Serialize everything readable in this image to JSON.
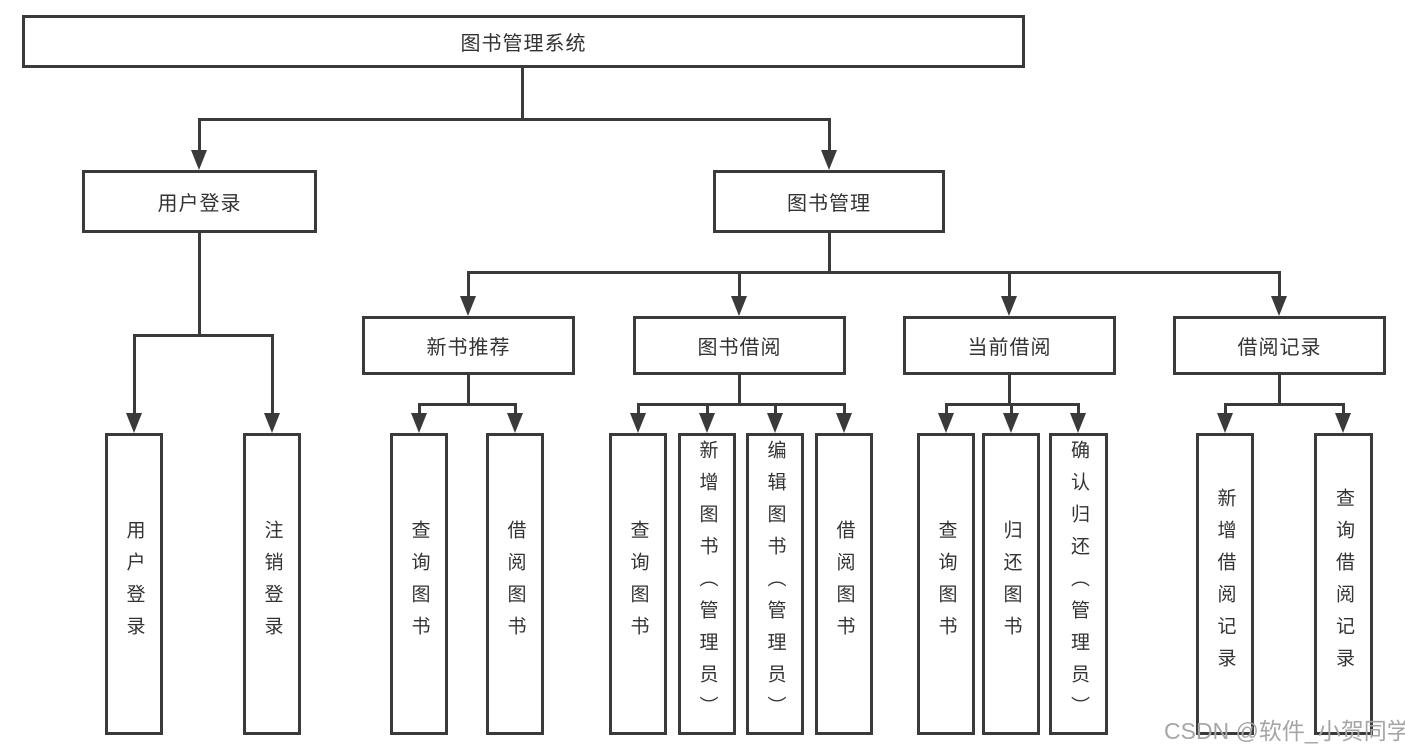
{
  "tree": {
    "label": "图书管理系统",
    "children": [
      {
        "label": "用户登录",
        "children": [
          {
            "label": "用户登录"
          },
          {
            "label": "注销登录"
          }
        ]
      },
      {
        "label": "图书管理",
        "children": [
          {
            "label": "新书推荐",
            "children": [
              {
                "label": "查询图书"
              },
              {
                "label": "借阅图书"
              }
            ]
          },
          {
            "label": "图书借阅",
            "children": [
              {
                "label": "查询图书"
              },
              {
                "label": "新增图书（管理员）"
              },
              {
                "label": "编辑图书（管理员）"
              },
              {
                "label": "借阅图书"
              }
            ]
          },
          {
            "label": "当前借阅",
            "children": [
              {
                "label": "查询图书"
              },
              {
                "label": "归还图书"
              },
              {
                "label": "确认归还（管理员）"
              }
            ]
          },
          {
            "label": "借阅记录",
            "children": [
              {
                "label": "新增借阅记录"
              },
              {
                "label": "查询借阅记录"
              }
            ]
          }
        ]
      }
    ]
  },
  "watermark": "CSDN @软件_小贺同学",
  "colors": {
    "line": "#3a3a3a",
    "text": "#333333",
    "background": "#ffffff",
    "watermark": "#a6a6a6"
  }
}
